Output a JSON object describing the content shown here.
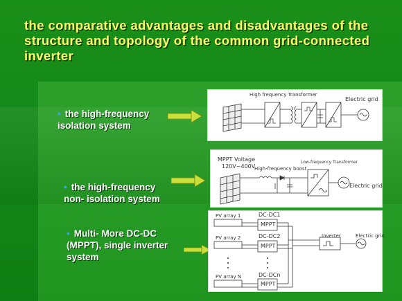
{
  "slide": {
    "title": "the comparative advantages and disadvantages of the structure and topology of the common grid-connected inverter"
  },
  "rows": [
    {
      "label_line1": "the high-frequency",
      "label_line2": "isolation system",
      "diagram": {
        "top_label": "High frequency Transformer",
        "right_label": "Electric grid"
      }
    },
    {
      "label_line1": "the high-frequency",
      "label_line2": "non- isolation system",
      "diagram": {
        "mppt_label_line1": "MPPT Voltage",
        "mppt_label_line2": "120V~400V",
        "boost_label": "High-frequency boost",
        "transformer_label": "Low-frequency Transformer",
        "right_label": "Electric grid"
      }
    },
    {
      "label_line1": "Multi- More DC-DC",
      "label_line2": "(MPPT), single inverter",
      "label_line3": "system",
      "diagram": {
        "pv1": "PV array 1",
        "pv2": "PV array 2",
        "pvn": "PV array N",
        "dc1": "DC-DC1",
        "dc2": "DC-DC2",
        "dcn": "DC-DCn",
        "mppt": "MPPT",
        "inverter": "Inverter",
        "grid": "Electric grid"
      }
    }
  ],
  "colors": {
    "title": "#ffff66",
    "background": "#1a8f18",
    "bullet": "#3aa0ff",
    "arrow": "#c9e03a"
  }
}
